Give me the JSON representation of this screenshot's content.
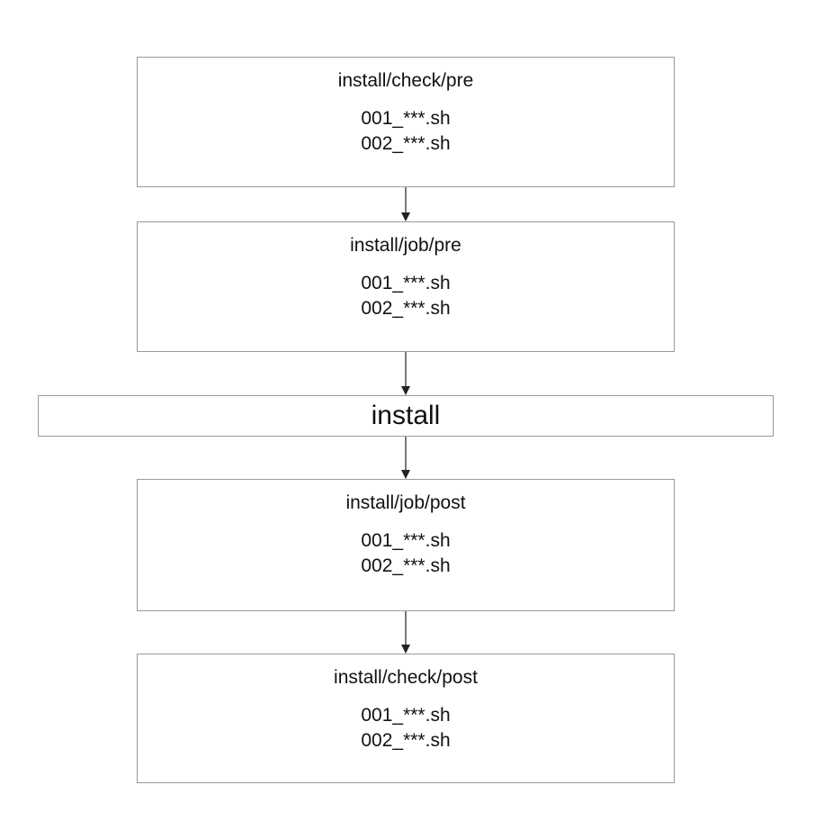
{
  "diagram": {
    "stages": [
      {
        "title": "install/check/pre",
        "files": [
          "001_***.sh",
          "002_***.sh"
        ]
      },
      {
        "title": "install/job/pre",
        "files": [
          "001_***.sh",
          "002_***.sh"
        ]
      },
      {
        "title": "install/job/post",
        "files": [
          "001_***.sh",
          "002_***.sh"
        ]
      },
      {
        "title": "install/check/post",
        "files": [
          "001_***.sh",
          "002_***.sh"
        ]
      }
    ],
    "center_step": {
      "label": "install"
    },
    "colors": {
      "border": "#9a9a9a",
      "arrow": "#222222",
      "text": "#111111"
    }
  }
}
